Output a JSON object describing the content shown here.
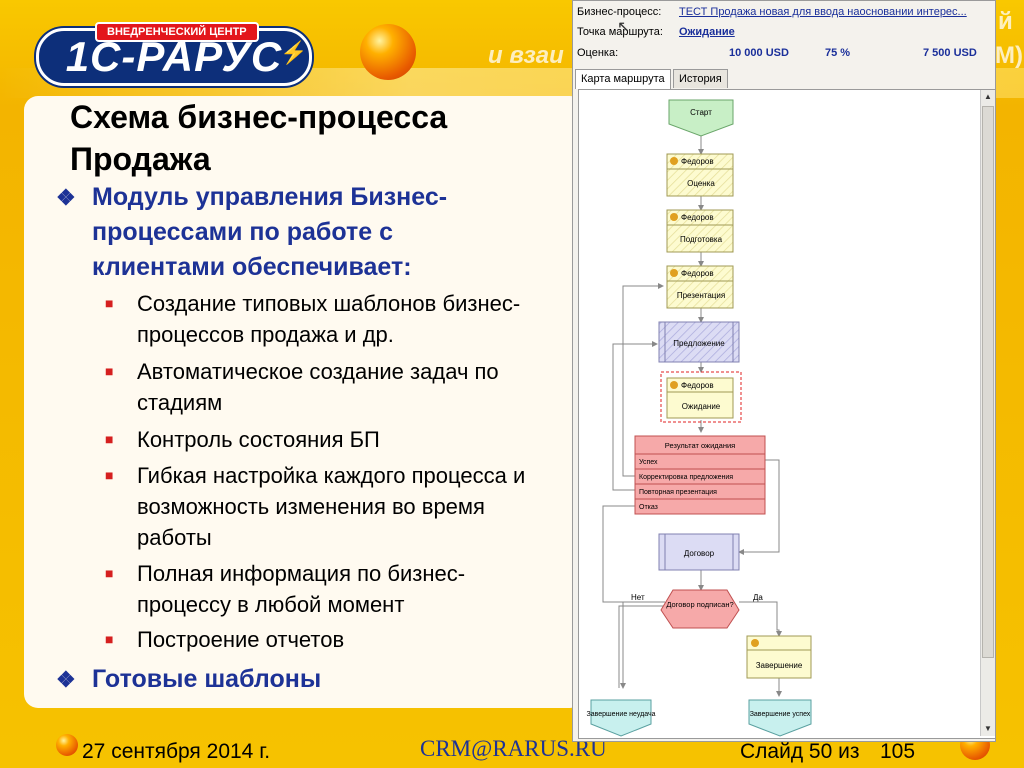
{
  "slide": {
    "logo": {
      "tag": "ВНЕДРЕНЧЕСКИЙ ЦЕНТР",
      "name": "1С-РАРУС"
    },
    "bg_text": {
      "left": "и взаи",
      "right_top": "й",
      "right_mid": "М)"
    },
    "title": "Схема бизнес-процесса Продажа",
    "bullets": [
      {
        "level": 1,
        "text": "Модуль управления Бизнес-процессами по работе с клиентами обеспечивает:"
      },
      {
        "level": 2,
        "text": "Создание типовых шаблонов бизнес-процессов продажа и др."
      },
      {
        "level": 2,
        "text": "Автоматическое создание задач по стадиям"
      },
      {
        "level": 2,
        "text": "Контроль состояния БП"
      },
      {
        "level": 2,
        "text": "Гибкая настройка каждого процесса и возможность изменения во время работы"
      },
      {
        "level": 2,
        "text": "Полная информация по бизнес-процессу в любой момент"
      },
      {
        "level": 2,
        "text": "Построение отчетов"
      },
      {
        "level": 1,
        "text": "Готовые шаблоны"
      }
    ],
    "footer": {
      "date": "27 сентября 2014 г.",
      "email": "CRM@RARUS.RU",
      "slide_label": "Слайд 50 из",
      "slide_total": "105"
    }
  },
  "app": {
    "fields": {
      "process_label": "Бизнес-процесс:",
      "process_value": "ТЕСТ  Продажа новая для ввода наосновании интерес...",
      "route_point_label": "Точка маршрута:",
      "route_point_value": "Ожидание",
      "estimate_label": "Оценка:",
      "estimate_amount": "10 000 USD",
      "estimate_percent": "75 %",
      "estimate_result": "7 500 USD"
    },
    "tabs": [
      {
        "label": "Карта маршрута",
        "active": true
      },
      {
        "label": "История",
        "active": false
      }
    ],
    "flow": {
      "start": "Старт",
      "user": "Федоров",
      "step_estimate": "Оценка",
      "step_prepare": "Подготовка",
      "step_presentation": "Презентация",
      "step_proposal": "Предложение",
      "step_waiting": "Ожидание",
      "result_title": "Результат ожидания",
      "result_options": [
        "Успех",
        "Корректировка предложения",
        "Повторная презентация",
        "Отказ"
      ],
      "step_contract": "Договор",
      "decision": "Договор подписан?",
      "no_label": "Нет",
      "yes_label": "Да",
      "step_finish": "Завершение",
      "end_fail": "Завершение неудача",
      "end_success": "Завершение успех"
    }
  },
  "colors": {
    "background": "#f6c200",
    "title_text": "#000000",
    "bullet_l1": "#1d3296",
    "bullet_l2_marker": "#d51f1f",
    "flow_green": "#c8efc6",
    "flow_yellow": "#fdfbd0",
    "flow_blue": "#dcdcf4",
    "flow_red": "#f6a9a9",
    "flow_cyan": "#c8f0ee"
  }
}
